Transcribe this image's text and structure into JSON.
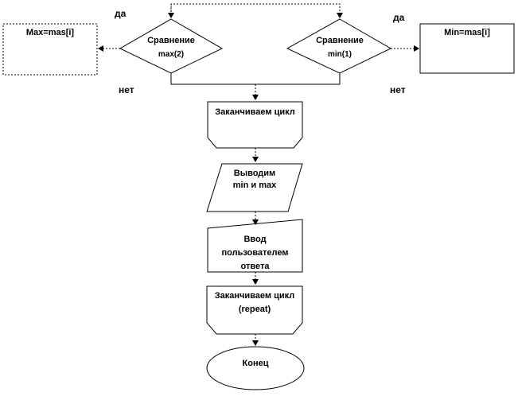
{
  "nodes": {
    "max_box": "Max=mas[i]",
    "compare_max_line1": "Сравнение",
    "compare_max_line2": "max(2)",
    "compare_min_line1": "Сравнение",
    "compare_min_line2": "min(1)",
    "min_box": "Min=mas[i]",
    "end_loop": "Заканчиваем цикл",
    "output_line1": "Выводим",
    "output_line2": "min и max",
    "input_line1": "Ввод",
    "input_line2": "пользователем",
    "input_line3": "ответа",
    "end_loop_repeat_line1": "Заканчиваем цикл",
    "end_loop_repeat_line2": "(repeat)",
    "end": "Конец"
  },
  "edge_labels": {
    "yes_left": "да",
    "yes_right": "да",
    "no_left": "нет",
    "no_right": "нет"
  }
}
